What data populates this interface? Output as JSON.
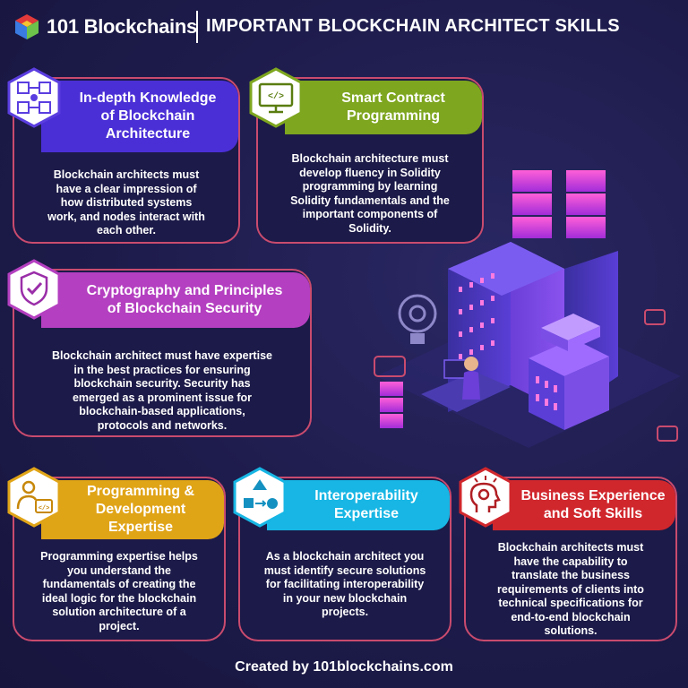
{
  "header": {
    "brand": "101 Blockchains",
    "title": "IMPORTANT BLOCKCHAIN ARCHITECT SKILLS"
  },
  "cards": [
    {
      "icon": "blockchain-network-icon",
      "title": "In-depth Knowledge of Blockchain Architecture",
      "title_lines": [
        "In-depth Knowledge",
        "of Blockchain",
        "Architecture"
      ],
      "body_lines": [
        "Blockchain architects must",
        "have a clear impression of",
        "how distributed systems",
        "work, and nodes interact with",
        "each other."
      ],
      "color": "#4b2fd6"
    },
    {
      "icon": "code-monitor-icon",
      "title": "Smart Contract Programming",
      "title_lines": [
        "Smart Contract",
        "Programming"
      ],
      "body_lines": [
        "Blockchain architecture must",
        "develop fluency in Solidity",
        "programming by learning",
        "Solidity fundamentals and the",
        "important components of",
        "Solidity."
      ],
      "color": "#7ea61f"
    },
    {
      "icon": "shield-check-icon",
      "title": "Cryptography and Principles of Blockchain Security",
      "title_lines": [
        "Cryptography and Principles",
        "of Blockchain Security"
      ],
      "body_lines": [
        "Blockchain architect must have expertise",
        "in the best practices for ensuring",
        "blockchain security. Security has",
        "emerged as a prominent issue for",
        "blockchain-based applications,",
        "protocols and networks."
      ],
      "color": "#b43fc0"
    },
    {
      "icon": "developer-icon",
      "title": "Programming & Development Expertise",
      "title_lines": [
        "Programming &",
        "Development",
        "Expertise"
      ],
      "body_lines": [
        "Programming expertise helps",
        "you understand the",
        "fundamentals of creating the",
        "ideal logic for the blockchain",
        "solution architecture of a",
        "project."
      ],
      "color": "#e0a417"
    },
    {
      "icon": "shapes-flow-icon",
      "title": "Interoperability Expertise",
      "title_lines": [
        "Interoperability",
        "Expertise"
      ],
      "body_lines": [
        "As a blockchain architect you",
        "must identify secure solutions",
        "for facilitating interoperability",
        "in your new blockchain",
        "projects."
      ],
      "color": "#17b6e4"
    },
    {
      "icon": "head-gears-icon",
      "title": "Business Experience and Soft Skills",
      "title_lines": [
        "Business Experience",
        "and Soft Skills"
      ],
      "body_lines": [
        "Blockchain architects must",
        "have the capability to",
        "translate the business",
        "requirements of clients into",
        "technical specifications for",
        "end-to-end blockchain",
        "solutions."
      ],
      "color": "#d0272d"
    }
  ],
  "footer": {
    "text": "Created by 101blockchains.com"
  }
}
